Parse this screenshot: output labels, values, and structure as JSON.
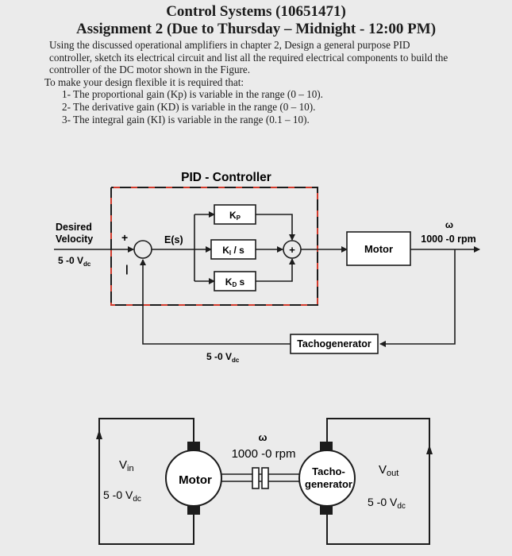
{
  "document": {
    "course_title": "Control Systems (10651471)",
    "assignment_title": "Assignment 2 (Due to Thursday – Midnight - 12:00 PM)",
    "intro_line1": "Using the discussed operational amplifiers in chapter 2, Design a general purpose PID",
    "intro_line2": "controller, sketch its electrical circuit and list all the required electrical components to build the",
    "intro_line3": "controller of the DC motor shown in the Figure.",
    "flex_intro": "To make your design flexible it is required that:",
    "requirements": [
      "1-  The proportional gain (Kp) is variable in the range (0 – 10).",
      "2-  The derivative gain (KD) is variable in the range (0 – 10).",
      "3-  The integral gain (KI) is variable in the range (0.1 – 10)."
    ]
  },
  "block_diagram": {
    "controller_label": "PID - Controller",
    "input_label_line1": "Desired",
    "input_label_line2": "Velocity",
    "input_range": "5 -0 V",
    "input_range_sub": "dc",
    "plus_sign": "+",
    "minus_sign": "|",
    "error_label": "E(s)",
    "kp_block": "K",
    "kp_sub": "P",
    "ki_block": "K",
    "ki_sub": "I",
    "ki_suffix": " / s",
    "kd_block": "K",
    "kd_sub": "D",
    "kd_suffix": " s",
    "sum_sign": "+",
    "motor_block": "Motor",
    "output_symbol": "ω",
    "output_range": "1000 -0 rpm",
    "tacho_block": "Tachogenerator",
    "feedback_range": "5 -0 V",
    "feedback_range_sub": "dc"
  },
  "motor_diagram": {
    "vin_label": "V",
    "vin_sub": "in",
    "vin_range": "5 -0 V",
    "vin_range_sub": "dc",
    "motor_label": "Motor",
    "omega_symbol": "ω",
    "speed_range": "1000 -0 rpm",
    "tacho_line1": "Tacho-",
    "tacho_line2": "generator",
    "vout_label": "V",
    "vout_sub": "out",
    "vout_range": "5 -0 V",
    "vout_range_sub": "dc"
  }
}
